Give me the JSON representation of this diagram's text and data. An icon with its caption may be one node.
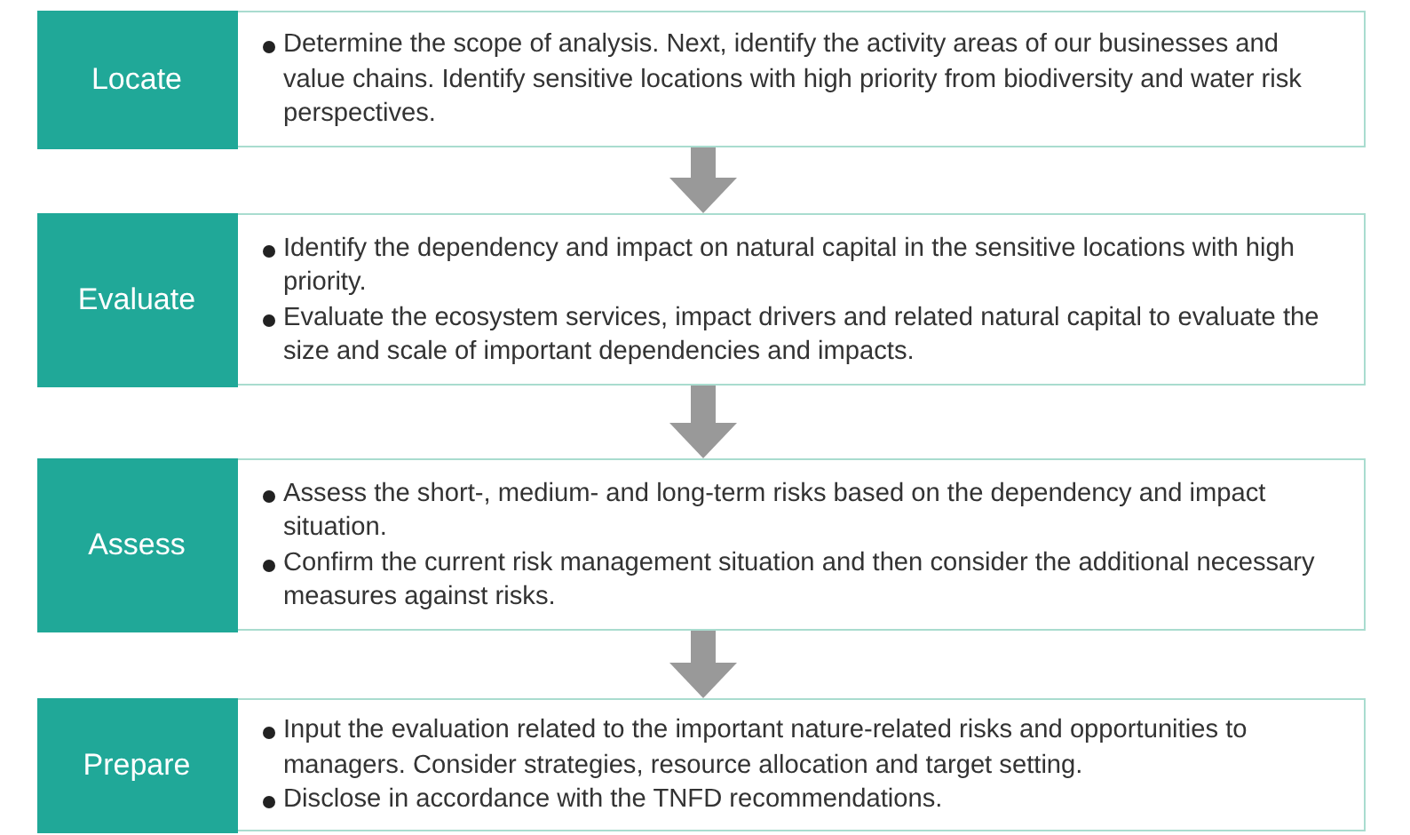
{
  "diagram": {
    "nodes": [
      {
        "text": [
          "Locate",
          "Determine the scope of analysis. Next, identify the activity areas of our businesses and value chains. Identify sensitive locations with high priority from biodiversity and water risk perspectives."
        ]
      },
      {
        "text": [
          "Evaluate",
          "Identify the dependency and impact on natural capital in the sensitive locations with high priority.",
          "Evaluate the ecosystem services, impact drivers and related natural capital to evaluate the size and scale of important dependencies and impacts."
        ]
      },
      {
        "text": [
          "Assess",
          "Assess the short-, medium- and long-term risks based on the dependency and impact situation.",
          "Confirm the current risk management situation and then consider the additional necessary measures against risks."
        ]
      },
      {
        "text": [
          "Prepare",
          "Input the evaluation related to the important nature-related risks and opportunities to managers. Consider strategies, resource allocation and target setting.",
          "Disclose in accordance with the TNFD recommendations."
        ]
      }
    ],
    "edges": [
      {
        "from": 0,
        "to": 1,
        "arrow": "to"
      },
      {
        "from": 1,
        "to": 2,
        "arrow": "to"
      },
      {
        "from": 2,
        "to": 3,
        "arrow": "to"
      }
    ]
  }
}
